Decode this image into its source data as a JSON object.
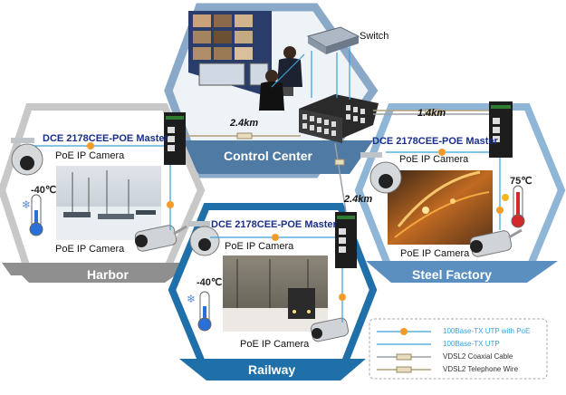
{
  "colors": {
    "cc_hex": "#8aa8c8",
    "cc_banner": "#4f7aa3",
    "harbor_hex": "#c8c8c8",
    "harbor_banner": "#8f8f8f",
    "steel_hex": "#8fb6d6",
    "steel_banner": "#5b8fc0",
    "railway_hex": "#1f6fa8",
    "railway_banner": "#1f6fa8",
    "utp_poe": "#3aa0d8",
    "utp": "#3aa0d8",
    "vdsl_coax": "#9aa0a6",
    "vdsl_tel": "#b4a079",
    "node_orange": "#f39a28",
    "master_text": "#1a2f8a"
  },
  "control_center": {
    "title": "Control Center",
    "switch_label": "Switch"
  },
  "harbor": {
    "title": "Harbor",
    "master": "DCE 2178CEE-POE Master",
    "camera_top": "PoE IP Camera",
    "camera_bottom": "PoE IP Camera",
    "temperature": "-40℃"
  },
  "steel_factory": {
    "title": "Steel Factory",
    "master": "DCE 2178CEE-POE Master",
    "camera_top": "PoE IP Camera",
    "camera_bottom": "PoE IP Camera",
    "temperature": "75℃"
  },
  "railway": {
    "title": "Railway",
    "master": "DCE 2178CEE-POE Master",
    "camera_top": "PoE IP Camera",
    "camera_bottom": "PoE IP Camera",
    "temperature": "-40℃"
  },
  "links": {
    "harbor_distance": "2.4km",
    "steel_distance": "1.4km",
    "railway_distance": "2.4km"
  },
  "legend": [
    {
      "label": "100Base-TX UTP with PoE",
      "color": "#3aa0d8",
      "kind": "line-node"
    },
    {
      "label": "100Base-TX UTP",
      "color": "#3aa0d8",
      "kind": "line"
    },
    {
      "label": "VDSL2 Coaxial Cable",
      "color": "#9aa0a6",
      "kind": "coax"
    },
    {
      "label": "VDSL2 Telephone Wire",
      "color": "#b4a079",
      "kind": "tel"
    }
  ]
}
